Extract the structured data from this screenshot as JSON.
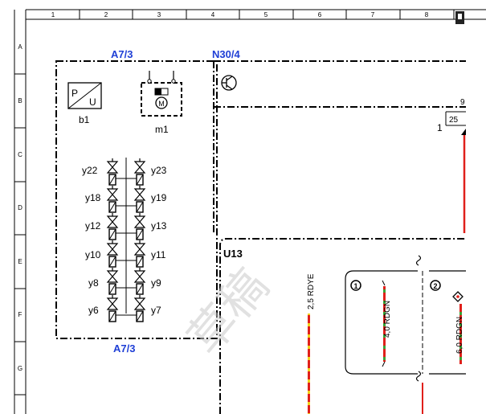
{
  "ruler": {
    "columns": [
      "1",
      "2",
      "3",
      "4",
      "5",
      "6",
      "7",
      "8"
    ],
    "rows": [
      "A",
      "B",
      "C",
      "D",
      "E",
      "F",
      "G"
    ]
  },
  "module_left": {
    "label_top": "A7/3",
    "label_bottom": "A7/3",
    "sensor": {
      "name": "b1",
      "symbol_p": "P",
      "symbol_u": "U"
    },
    "motor": {
      "name": "m1",
      "symbol": "M"
    },
    "valves_left": [
      "y22",
      "y18",
      "y12",
      "y10",
      "y8",
      "y6"
    ],
    "valves_right": [
      "y23",
      "y19",
      "y13",
      "y11",
      "y9",
      "y7"
    ]
  },
  "module_right": {
    "label": "N30/4"
  },
  "connector_box": {
    "pin_outer": "1",
    "pin_box": "25",
    "pin_small": "9"
  },
  "u13": {
    "label": "U13",
    "wire1": "2,5 RDYE",
    "wire2": "4,0 RDGN",
    "wire3": "6,0 RDGN",
    "marker1": "1",
    "marker2": "2"
  },
  "watermark": "草稿",
  "colors": {
    "blue_label": "#1f3fd6",
    "wire_red": "#e0201b",
    "wire_yellow": "#f1d21a",
    "wire_green": "#3aa135"
  }
}
